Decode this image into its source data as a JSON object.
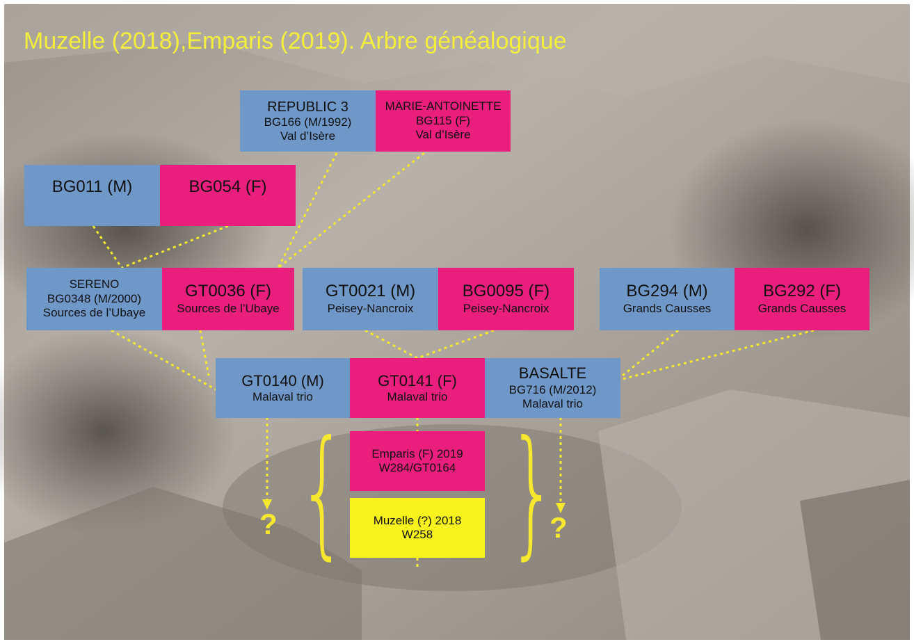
{
  "title": "Muzelle (2018),Emparis (2019). Arbre généalogique",
  "colors": {
    "male": "#6f98c9",
    "female": "#e91e7d",
    "offspring": "#f8f31d",
    "title": "#f4ee3c",
    "lines": "#f5e82f"
  },
  "boxes": {
    "republic": {
      "line1": "REPUBLIC 3",
      "line2": "BG166 (M/1992)",
      "line3": "Val d’Isère"
    },
    "marie": {
      "line1": "MARIE-ANTOINETTE",
      "line2": "BG115 (F)",
      "line3": "Val d’Isère"
    },
    "bg011": {
      "line1": "BG011 (M)"
    },
    "bg054": {
      "line1": "BG054 (F)"
    },
    "sereno": {
      "line1": "SERENO",
      "line2": "BG0348 (M/2000)",
      "line3": "Sources de l’Ubaye"
    },
    "gt0036": {
      "line1": "GT0036 (F)",
      "line2": "Sources de l’Ubaye"
    },
    "gt0021": {
      "line1": "GT0021 (M)",
      "line2": "Peisey-Nancroix"
    },
    "bg0095": {
      "line1": "BG0095 (F)",
      "line2": "Peisey-Nancroix"
    },
    "bg294": {
      "line1": "BG294 (M)",
      "line2": "Grands Causses"
    },
    "bg292": {
      "line1": "BG292 (F)",
      "line2": "Grands Causses"
    },
    "gt0140": {
      "line1": "GT0140 (M)",
      "line2": "Malaval trio"
    },
    "gt0141": {
      "line1": "GT0141 (F)",
      "line2": "Malaval trio"
    },
    "basalte": {
      "line1": "BASALTE",
      "line2": "BG716 (M/2012)",
      "line3": "Malaval trio"
    },
    "emparis": {
      "line1": "Emparis (F) 2019",
      "line2": "W284/GT0164"
    },
    "muzelle": {
      "line1": "Muzelle (?) 2018",
      "line2": "W258"
    }
  },
  "question_mark": "?"
}
